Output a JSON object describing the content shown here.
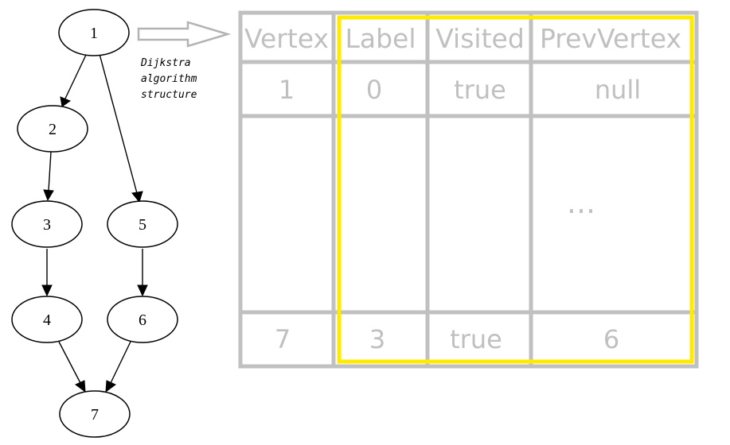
{
  "graph": {
    "nodes": [
      "1",
      "2",
      "3",
      "4",
      "5",
      "6",
      "7"
    ],
    "edges": [
      {
        "from": "1",
        "to": "2"
      },
      {
        "from": "1",
        "to": "5"
      },
      {
        "from": "2",
        "to": "3"
      },
      {
        "from": "3",
        "to": "4"
      },
      {
        "from": "5",
        "to": "6"
      },
      {
        "from": "4",
        "to": "7"
      },
      {
        "from": "6",
        "to": "7"
      }
    ]
  },
  "note": {
    "lines": [
      "Dijkstra",
      "algorithm",
      "structure"
    ]
  },
  "table": {
    "headers": [
      "Vertex",
      "Label",
      "Visited",
      "PrevVertex"
    ],
    "first_row": [
      "1",
      "0",
      "true",
      "null"
    ],
    "ellipsis": "...",
    "last_row": [
      "7",
      "3",
      "true",
      "6"
    ]
  },
  "colors": {
    "grid": "#c0c0c0",
    "highlight": "#ffea00",
    "callout_outline": "#b3b3b3"
  }
}
